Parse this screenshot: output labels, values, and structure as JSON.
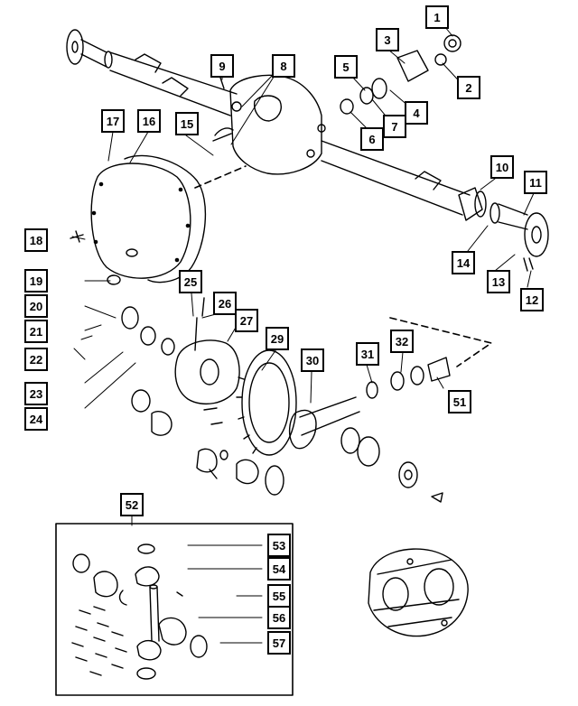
{
  "diagram": {
    "callouts": [
      "1",
      "2",
      "3",
      "4",
      "5",
      "6",
      "7",
      "8",
      "9",
      "10",
      "11",
      "12",
      "13",
      "14",
      "15",
      "16",
      "17",
      "18",
      "19",
      "20",
      "21",
      "22",
      "23",
      "24",
      "25",
      "26",
      "27",
      "29",
      "30",
      "31",
      "32",
      "51",
      "52",
      "53",
      "54",
      "55",
      "56",
      "57"
    ]
  },
  "colors": {
    "line": "#000000",
    "background": "#ffffff",
    "hover": "#ffeb3b"
  }
}
